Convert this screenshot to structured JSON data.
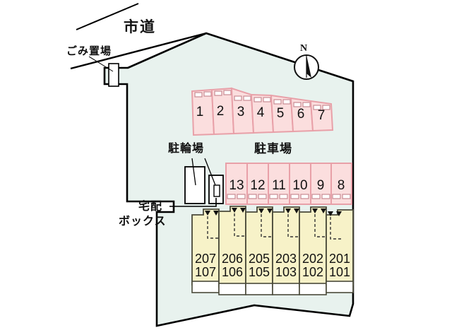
{
  "plan": {
    "title_text": "市道",
    "labels": {
      "city_road": "市道",
      "garbage_area": "ごみ置場",
      "bicycle_parking": "駐輪場",
      "car_parking": "駐車場",
      "delivery_box_line1": "宅配",
      "delivery_box_line2": "ボックス",
      "north": "N"
    },
    "colors": {
      "site_fill": "#e8f2ee",
      "site_stroke": "#000000",
      "parking_fill": "#fbdede",
      "parking_stroke": "#e8a0a8",
      "building_fill": "#f7f2c8",
      "building_stroke": "#4a4a3a",
      "road_stroke": "#000000",
      "text": "#111111"
    },
    "parking_row_top": {
      "label": "駐車場",
      "stalls": [
        "1",
        "2",
        "3",
        "4",
        "5",
        "6",
        "7"
      ],
      "wheel_stop_position": "top"
    },
    "parking_row_bottom": {
      "stalls": [
        "13",
        "12",
        "11",
        "10",
        "9",
        "8"
      ],
      "wheel_stop_position": "bottom"
    },
    "building": {
      "units": [
        {
          "upper": "207",
          "lower": "107"
        },
        {
          "upper": "206",
          "lower": "106"
        },
        {
          "upper": "205",
          "lower": "105"
        },
        {
          "upper": "203",
          "lower": "103"
        },
        {
          "upper": "202",
          "lower": "102"
        },
        {
          "upper": "201",
          "lower": "101"
        }
      ]
    },
    "structures": {
      "garbage_box_name": "ごみ置場",
      "bicycle_box_large_name": "駐輪場",
      "bicycle_box_small_name": "駐輪場",
      "delivery_box_name": "宅配ボックス"
    }
  }
}
